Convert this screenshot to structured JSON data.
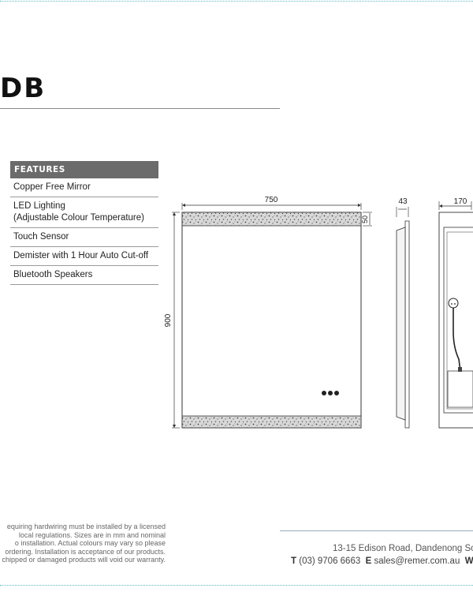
{
  "header": {
    "model_code": "DB"
  },
  "features": {
    "heading": "FEATURES",
    "items": [
      {
        "line1": "Copper Free Mirror",
        "line2": ""
      },
      {
        "line1": "LED Lighting",
        "line2": "(Adjustable Colour Temperature)"
      },
      {
        "line1": "Touch Sensor",
        "line2": ""
      },
      {
        "line1": "Demister with 1 Hour Auto Cut-off",
        "line2": ""
      },
      {
        "line1": "Bluetooth Speakers",
        "line2": ""
      }
    ]
  },
  "dimensions": {
    "width": "750",
    "height": "900",
    "band": "50",
    "depth": "43",
    "back_width": "170"
  },
  "disclaimer": {
    "lines": [
      "equiring hardwiring must be installed by a licensed",
      " local regulations. Sizes are in mm and nominal",
      "o installation. Actual colours may vary so please",
      "ordering. Installation is acceptance of our products.",
      "chipped or damaged products will void our warranty."
    ]
  },
  "footer": {
    "address": "13-15 Edison Road, Dandenong So",
    "phone_label": "T",
    "phone": "(03) 9706 6663",
    "email_label": "E",
    "email": "sales@remer.com.au",
    "web_label": "W"
  },
  "colors": {
    "accent_dotted": "#5fb8c8",
    "features_header_bg": "#6b6b6b"
  }
}
